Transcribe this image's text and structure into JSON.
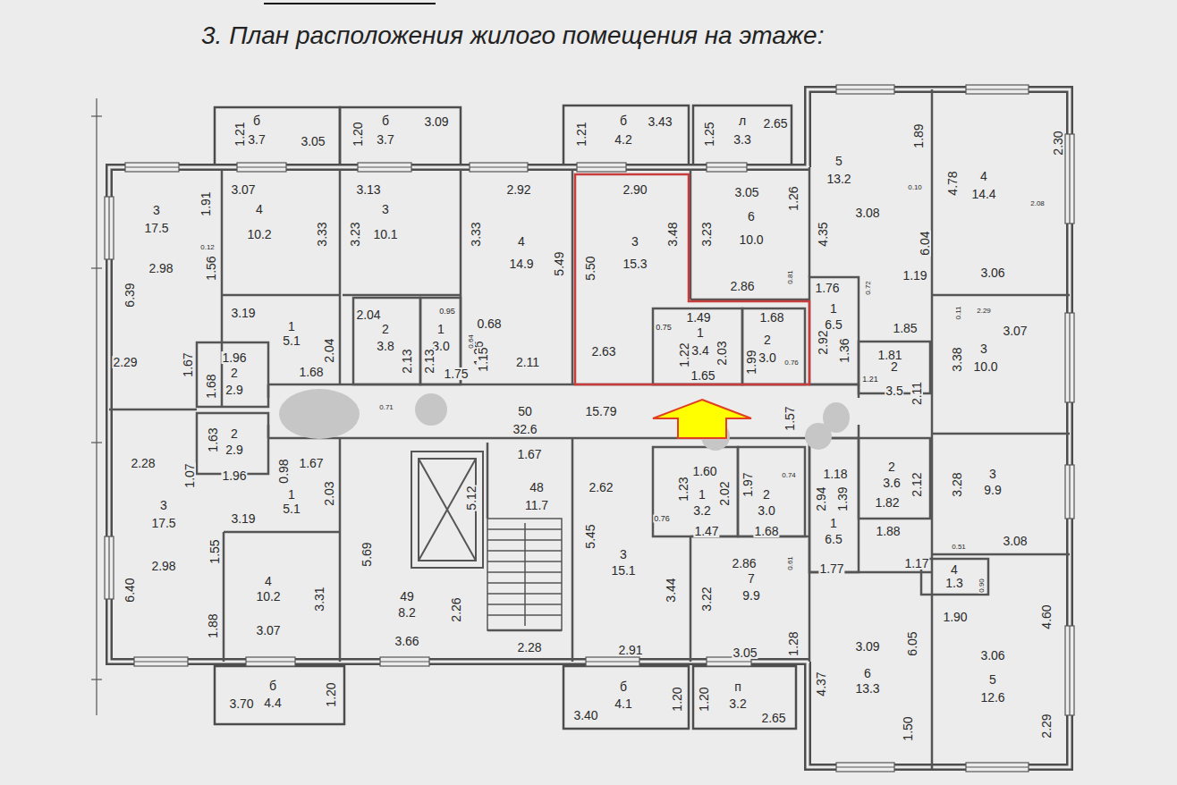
{
  "diagram": {
    "title": "3. План расположения жилого помещения на этаже:",
    "labels": [
      "1.21",
      "б",
      "3.7",
      "3.05",
      "1.20",
      "б",
      "3.7",
      "3.09",
      "1.21",
      "б",
      "4.2",
      "3.43",
      "1.25",
      "л",
      "3.3",
      "2.65",
      "5",
      "13.2",
      "1.89",
      "2.30",
      "4",
      "14.4",
      "4.78",
      "0.10",
      "2.08",
      "3.08",
      "4.35",
      "6.04",
      "1.19",
      "3.06",
      "1.76",
      "0.72",
      "0.11",
      "2.29",
      "1",
      "6.5",
      "1.85",
      "3.07",
      "3",
      "10.0",
      "2.92",
      "1.36",
      "1.81",
      "3.38",
      "2",
      "1.21",
      "3.5",
      "2.11",
      "3",
      "17.5",
      "1.91",
      "3.07",
      "4",
      "10.2",
      "3.33",
      "3.13",
      "3.23",
      "3",
      "10.1",
      "3.33",
      "2.92",
      "4",
      "14.9",
      "5.49",
      "2.90",
      "3",
      "15.3",
      "3.48",
      "5.50",
      "3.05",
      "1.26",
      "3.23",
      "6",
      "10.0",
      "2.98",
      "1.56",
      "0.12",
      "6.39",
      "2.86",
      "0.81",
      "3.19",
      "2.04",
      "0.95",
      "0.68",
      "1",
      "5.1",
      "2.04",
      "2",
      "3.8",
      "1",
      "3.0",
      "1.26",
      "2.11",
      "2.63",
      "0.75",
      "1.49",
      "1",
      "3.4",
      "1.22",
      "2.03",
      "1.68",
      "2",
      "3.0",
      "1.99",
      "0.76",
      "1.65",
      "2.13",
      "2.13",
      "1.15",
      "0.64",
      "1.75",
      "1.68",
      "2.29",
      "1.96",
      "1.67",
      "2",
      "2.9",
      "1.68",
      "50",
      "32.6",
      "15.79",
      "1.57",
      "0.71",
      "2",
      "2.9",
      "1.63",
      "1.07",
      "1.96",
      "1.67",
      "0.98",
      "2.28",
      "1",
      "5.1",
      "2.03",
      "3",
      "17.5",
      "3.19",
      "1.55",
      "2.98",
      "4",
      "10.2",
      "6.40",
      "3.31",
      "1.88",
      "3.07",
      "1.67",
      "5.12",
      "48",
      "11.7",
      "5.69",
      "49",
      "8.2",
      "2.26",
      "3.66",
      "2.28",
      "2.62",
      "1.60",
      "1.97",
      "0.74",
      "1.23",
      "2.02",
      "1",
      "3.2",
      "2",
      "3.0",
      "0.76",
      "1.47",
      "1.68",
      "5.45",
      "3",
      "15.1",
      "2.86",
      "0.61",
      "7",
      "9.9",
      "3.44",
      "3.22",
      "1.28",
      "2.91",
      "3.05",
      "1.18",
      "2",
      "3.6",
      "2.12",
      "3",
      "9.9",
      "3.28",
      "2.94",
      "1.39",
      "1.82",
      "1",
      "6.5",
      "1.88",
      "3.08",
      "0.51",
      "1.17",
      "1.77",
      "4",
      "1.3",
      "0.90",
      "1.90",
      "4.60",
      "3.09",
      "6.05",
      "3.06",
      "6",
      "13.3",
      "4.37",
      "5",
      "12.6",
      "2.29",
      "1.50",
      "3.70",
      "б",
      "4.4",
      "1.20",
      "3.40",
      "б",
      "4.1",
      "1.20",
      "1.20",
      "п",
      "3.2",
      "2.65"
    ]
  }
}
